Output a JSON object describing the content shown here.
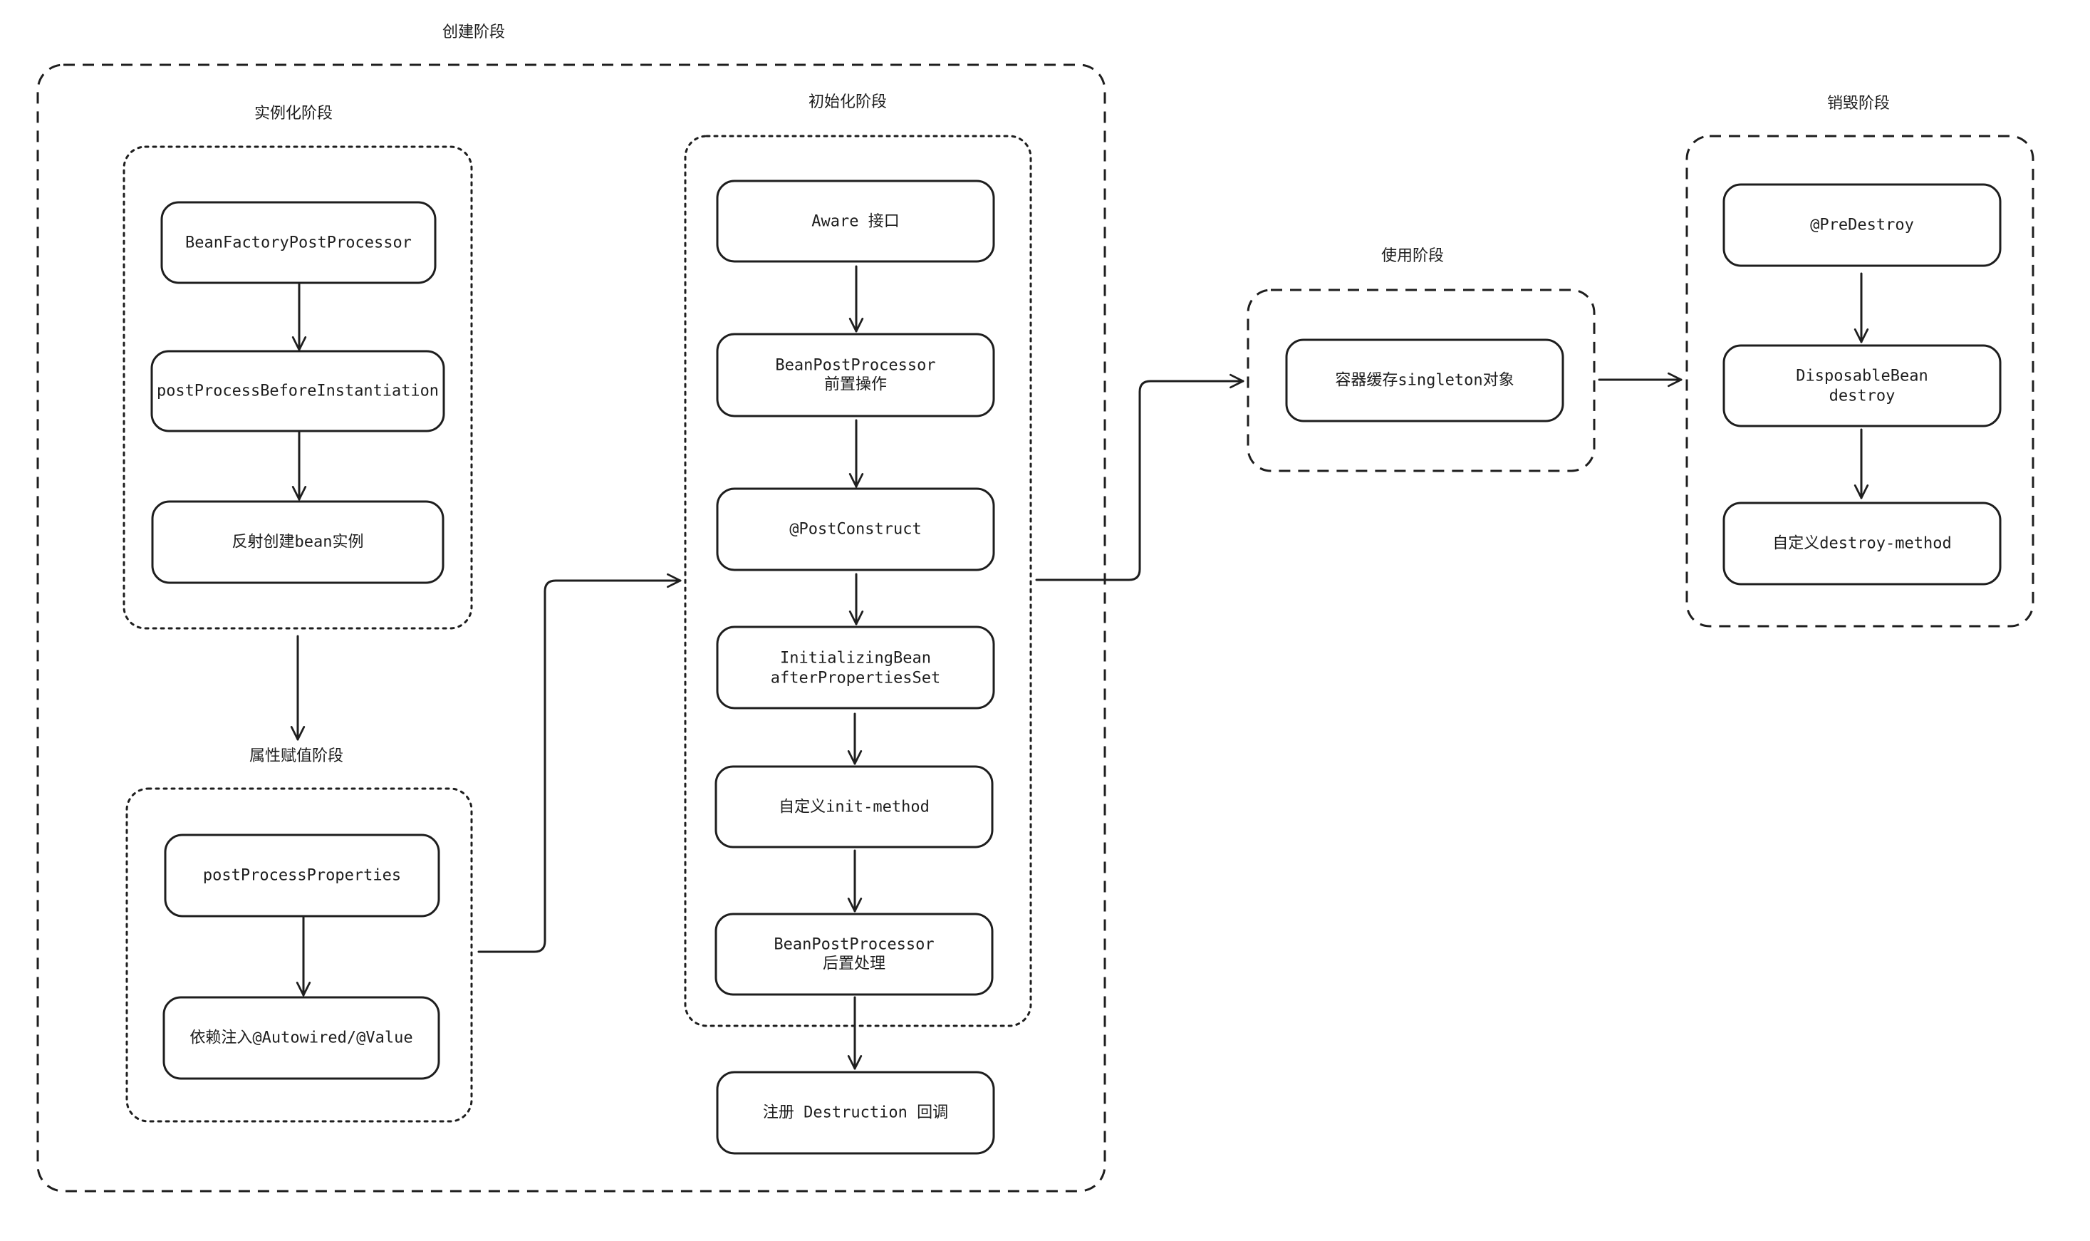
{
  "groups": {
    "create": "创建阶段",
    "instantiate": "实例化阶段",
    "populate": "属性赋值阶段",
    "initialize": "初始化阶段",
    "use": "使用阶段",
    "destroy": "销毁阶段"
  },
  "nodes": {
    "bfpp": [
      "BeanFactoryPostProcessor"
    ],
    "ppbi": [
      "postProcessBeforeInstantiation"
    ],
    "reflect": [
      "反射创建bean实例"
    ],
    "ppp": [
      "postProcessProperties"
    ],
    "inject": [
      "依赖注入@Autowired/@Value"
    ],
    "aware": [
      "Aware 接口"
    ],
    "bpp_before": [
      "BeanPostProcessor",
      "前置操作"
    ],
    "postconstruct": [
      "@PostConstruct"
    ],
    "initbean": [
      "InitializingBean",
      "afterPropertiesSet"
    ],
    "initmethod": [
      "自定义init-method"
    ],
    "bpp_after": [
      "BeanPostProcessor",
      "后置处理"
    ],
    "register": [
      "注册 Destruction 回调"
    ],
    "cache": [
      "容器缓存singleton对象"
    ],
    "predestroy": [
      "@PreDestroy"
    ],
    "disposable": [
      "DisposableBean",
      "destroy"
    ],
    "destroymethod": [
      "自定义destroy-method"
    ]
  },
  "colors": {
    "stroke": "#1e1e1e",
    "background": "#ffffff"
  }
}
